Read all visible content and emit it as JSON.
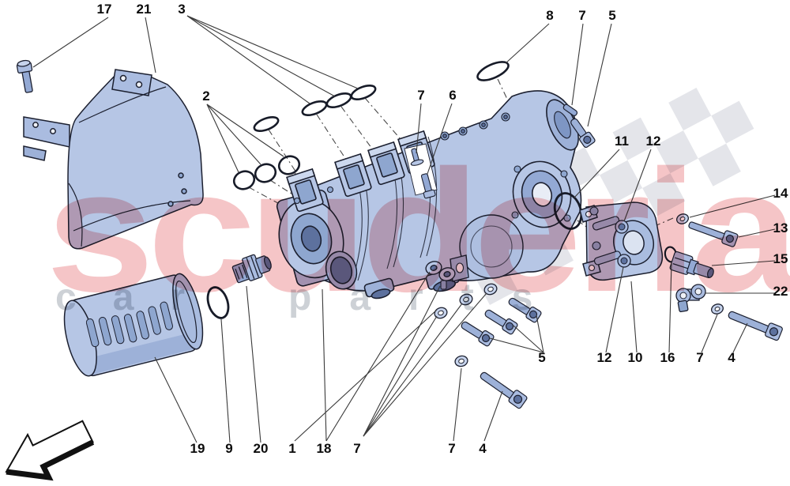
{
  "watermark": {
    "title": "scuderia",
    "sub_left": "car",
    "sub_right": "parts",
    "title_color": "#dd3e46",
    "sub_color": "#9199a3"
  },
  "diagram": {
    "part_fill": "#b6c6e5",
    "part_mid": "#9db1d8",
    "part_dark": "#8ea6cf",
    "opening": "#5d719e",
    "outline": "#1c2030",
    "checker": "#e3e4e9"
  },
  "callouts": [
    {
      "text": "17"
    },
    {
      "text": "21"
    },
    {
      "text": "3"
    },
    {
      "text": "8"
    },
    {
      "text": "7"
    },
    {
      "text": "5"
    },
    {
      "text": "2"
    },
    {
      "text": "7"
    },
    {
      "text": "6"
    },
    {
      "text": "11"
    },
    {
      "text": "12"
    },
    {
      "text": "14"
    },
    {
      "text": "13"
    },
    {
      "text": "15"
    },
    {
      "text": "22"
    },
    {
      "text": "5"
    },
    {
      "text": "12"
    },
    {
      "text": "10"
    },
    {
      "text": "16"
    },
    {
      "text": "7"
    },
    {
      "text": "4"
    },
    {
      "text": "19"
    },
    {
      "text": "9"
    },
    {
      "text": "20"
    },
    {
      "text": "1"
    },
    {
      "text": "18"
    },
    {
      "text": "7"
    },
    {
      "text": "7"
    },
    {
      "text": "4"
    }
  ]
}
